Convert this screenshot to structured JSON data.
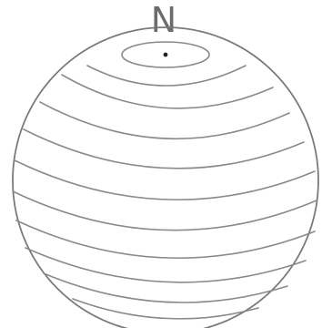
{
  "diagram": {
    "north_label": "N",
    "colors": {
      "line": "#8a8a8a",
      "outline": "#7a7a7a",
      "pole_dot": "#222222",
      "label": "#6b6b6b"
    },
    "latitude_line_count": 11,
    "pole_marker": "north-pole-dot"
  }
}
